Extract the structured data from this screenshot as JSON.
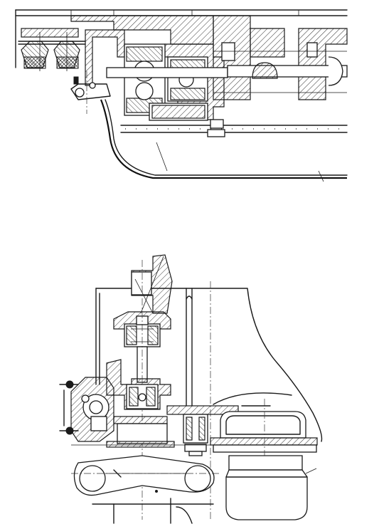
{
  "figure": {
    "views": [
      {
        "id": "upper-view",
        "subject": "spring-mounted-gear-housing-section"
      },
      {
        "id": "lower-view",
        "subject": "axle-gearbox-and-suspension-section"
      }
    ]
  }
}
